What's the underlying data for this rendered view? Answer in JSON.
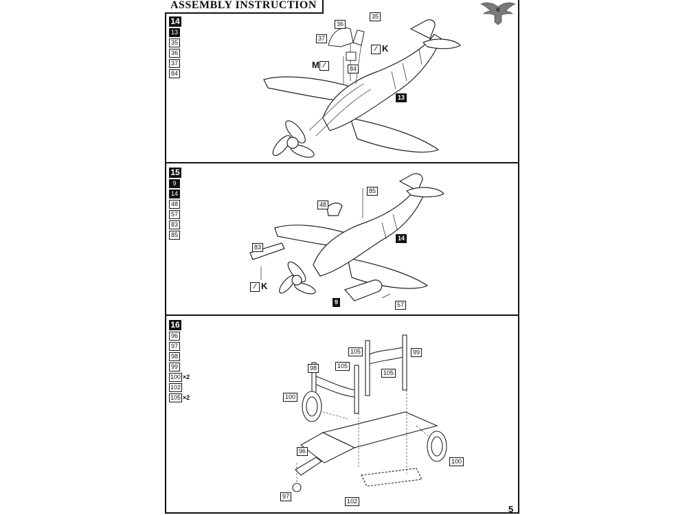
{
  "header": {
    "title": "ASSEMBLY INSTRUCTION",
    "logo_icon": "eagle-logo-icon"
  },
  "steps": [
    {
      "number": "14",
      "parts": [
        {
          "label": "13",
          "filled": true
        },
        {
          "label": "35"
        },
        {
          "label": "36"
        },
        {
          "label": "37"
        },
        {
          "label": "84"
        }
      ],
      "callouts": [
        "36",
        "35",
        "37",
        "84",
        "13"
      ],
      "tools": [
        "M",
        "K"
      ]
    },
    {
      "number": "15",
      "parts": [
        {
          "label": "9",
          "filled": true
        },
        {
          "label": "14",
          "filled": true
        },
        {
          "label": "48"
        },
        {
          "label": "57"
        },
        {
          "label": "83"
        },
        {
          "label": "85"
        }
      ],
      "callouts": [
        "48",
        "85",
        "83",
        "14",
        "9",
        "57"
      ],
      "tools": [
        "K"
      ]
    },
    {
      "number": "16",
      "parts": [
        {
          "label": "96"
        },
        {
          "label": "97"
        },
        {
          "label": "98"
        },
        {
          "label": "99"
        },
        {
          "label": "100",
          "qty": "×2"
        },
        {
          "label": "102"
        },
        {
          "label": "105",
          "qty": "×2"
        }
      ],
      "callouts": [
        "105",
        "99",
        "98",
        "105",
        "105",
        "100",
        "96",
        "100",
        "97",
        "102"
      ]
    }
  ],
  "tool_icon": "glue-icon",
  "page_number": "5"
}
